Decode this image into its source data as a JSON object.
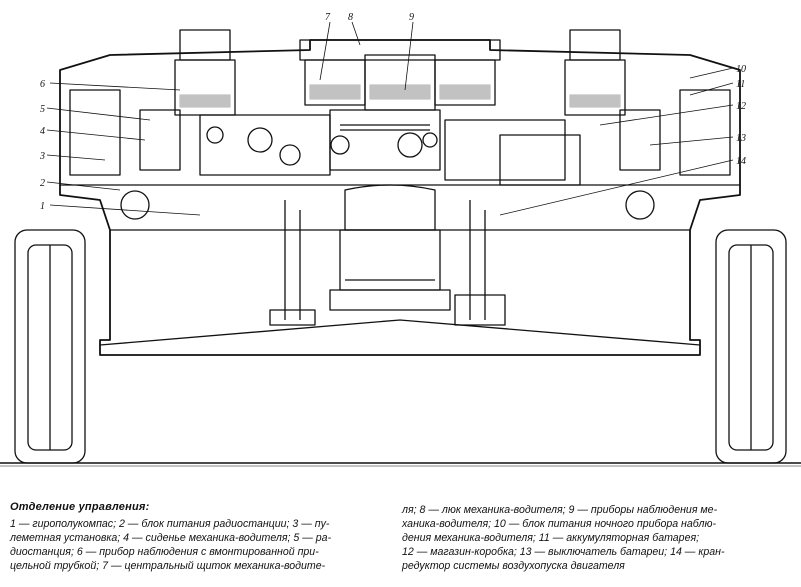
{
  "figure": {
    "callouts": [
      "1",
      "2",
      "3",
      "4",
      "5",
      "6",
      "7",
      "8",
      "9",
      "10",
      "11",
      "12",
      "13",
      "14"
    ]
  },
  "caption": {
    "title": "Отделение управления:",
    "left_lines": [
      "1 — гирополукомпас; 2 — блок питания радиостанции; 3 — пу-",
      "леметная установка; 4 — сиденье механика-водителя; 5 — ра-",
      "диостанция; 6 — прибор наблюдения с вмонтированной при-",
      "цельной трубкой; 7 — центральный щиток механика-водите-"
    ],
    "right_lines": [
      "ля; 8 — люк механика-водителя; 9 — приборы наблюдения ме-",
      "ханика-водителя; 10 — блок питания ночного прибора наблю-",
      "дения механика-водителя; 11 — аккумуляторная батарея;",
      "12 — магазин-коробка; 13 — выключатель батареи; 14 — кран-",
      "редуктор системы воздухопуска двигателя"
    ]
  },
  "colors": {
    "ink": "#111111",
    "paper": "#ffffff"
  }
}
